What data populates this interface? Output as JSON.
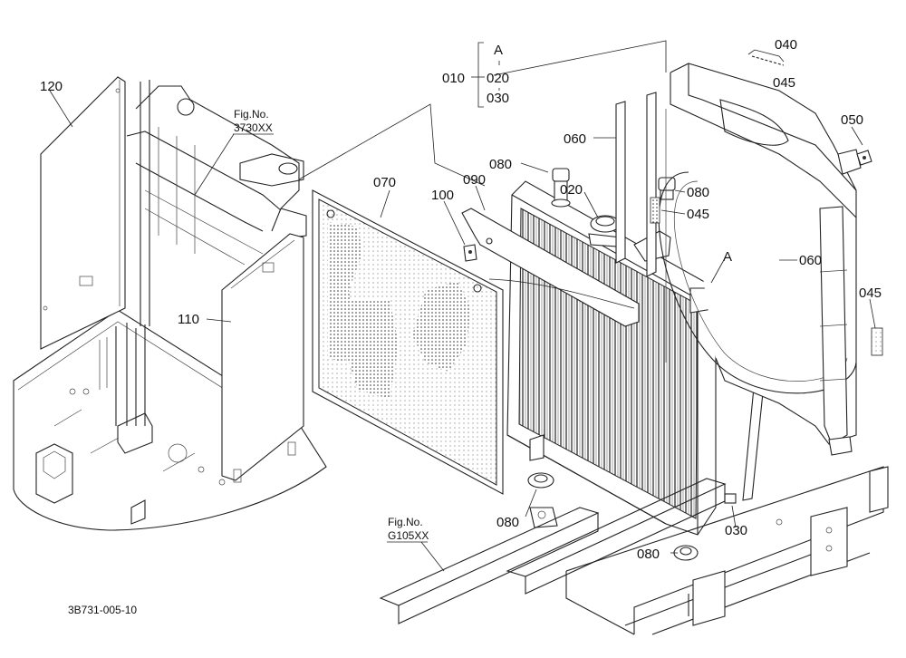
{
  "labels": {
    "p010": "010",
    "p020_top": "020",
    "p030_top": "030",
    "pA_top": "A",
    "p040": "040",
    "p045_top": "045",
    "p050": "050",
    "p060_a": "060",
    "p060_b": "060",
    "p070": "070",
    "p080_a": "080",
    "p080_b": "080",
    "p080_c": "080",
    "p080_d": "080",
    "p090": "090",
    "p100": "100",
    "p020": "020",
    "p045_mid": "045",
    "p045_right": "045",
    "pA": "A",
    "p110": "110",
    "p120": "120",
    "p030": "030"
  },
  "refs": {
    "fig_top_label": "Fig.No.",
    "fig_top_no": "3730XX",
    "fig_bottom_label": "Fig.No.",
    "fig_bottom_no": "G105XX"
  },
  "footer_code": "3B731-005-10"
}
